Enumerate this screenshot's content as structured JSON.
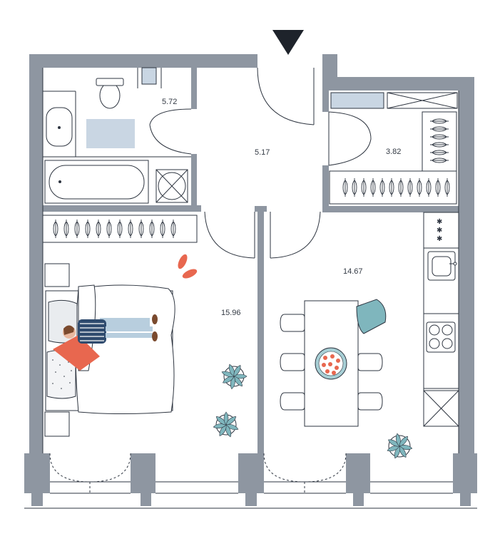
{
  "floor_plan": {
    "entrance_marker": "entrance-arrow",
    "rooms": [
      {
        "id": "bathroom",
        "area": "5.72"
      },
      {
        "id": "hallway",
        "area": "5.17"
      },
      {
        "id": "wardrobe",
        "area": "3.82"
      },
      {
        "id": "bedroom",
        "area": "15.96"
      },
      {
        "id": "kitchen-living",
        "area": "14.67"
      }
    ],
    "colors": {
      "wall": "#8e96a1",
      "line": "#2e3540",
      "fixture_fill": "#c9d6e3",
      "accent_orange": "#e8674f",
      "accent_teal": "#7fb6bd",
      "blanket": "#b8cede"
    }
  }
}
